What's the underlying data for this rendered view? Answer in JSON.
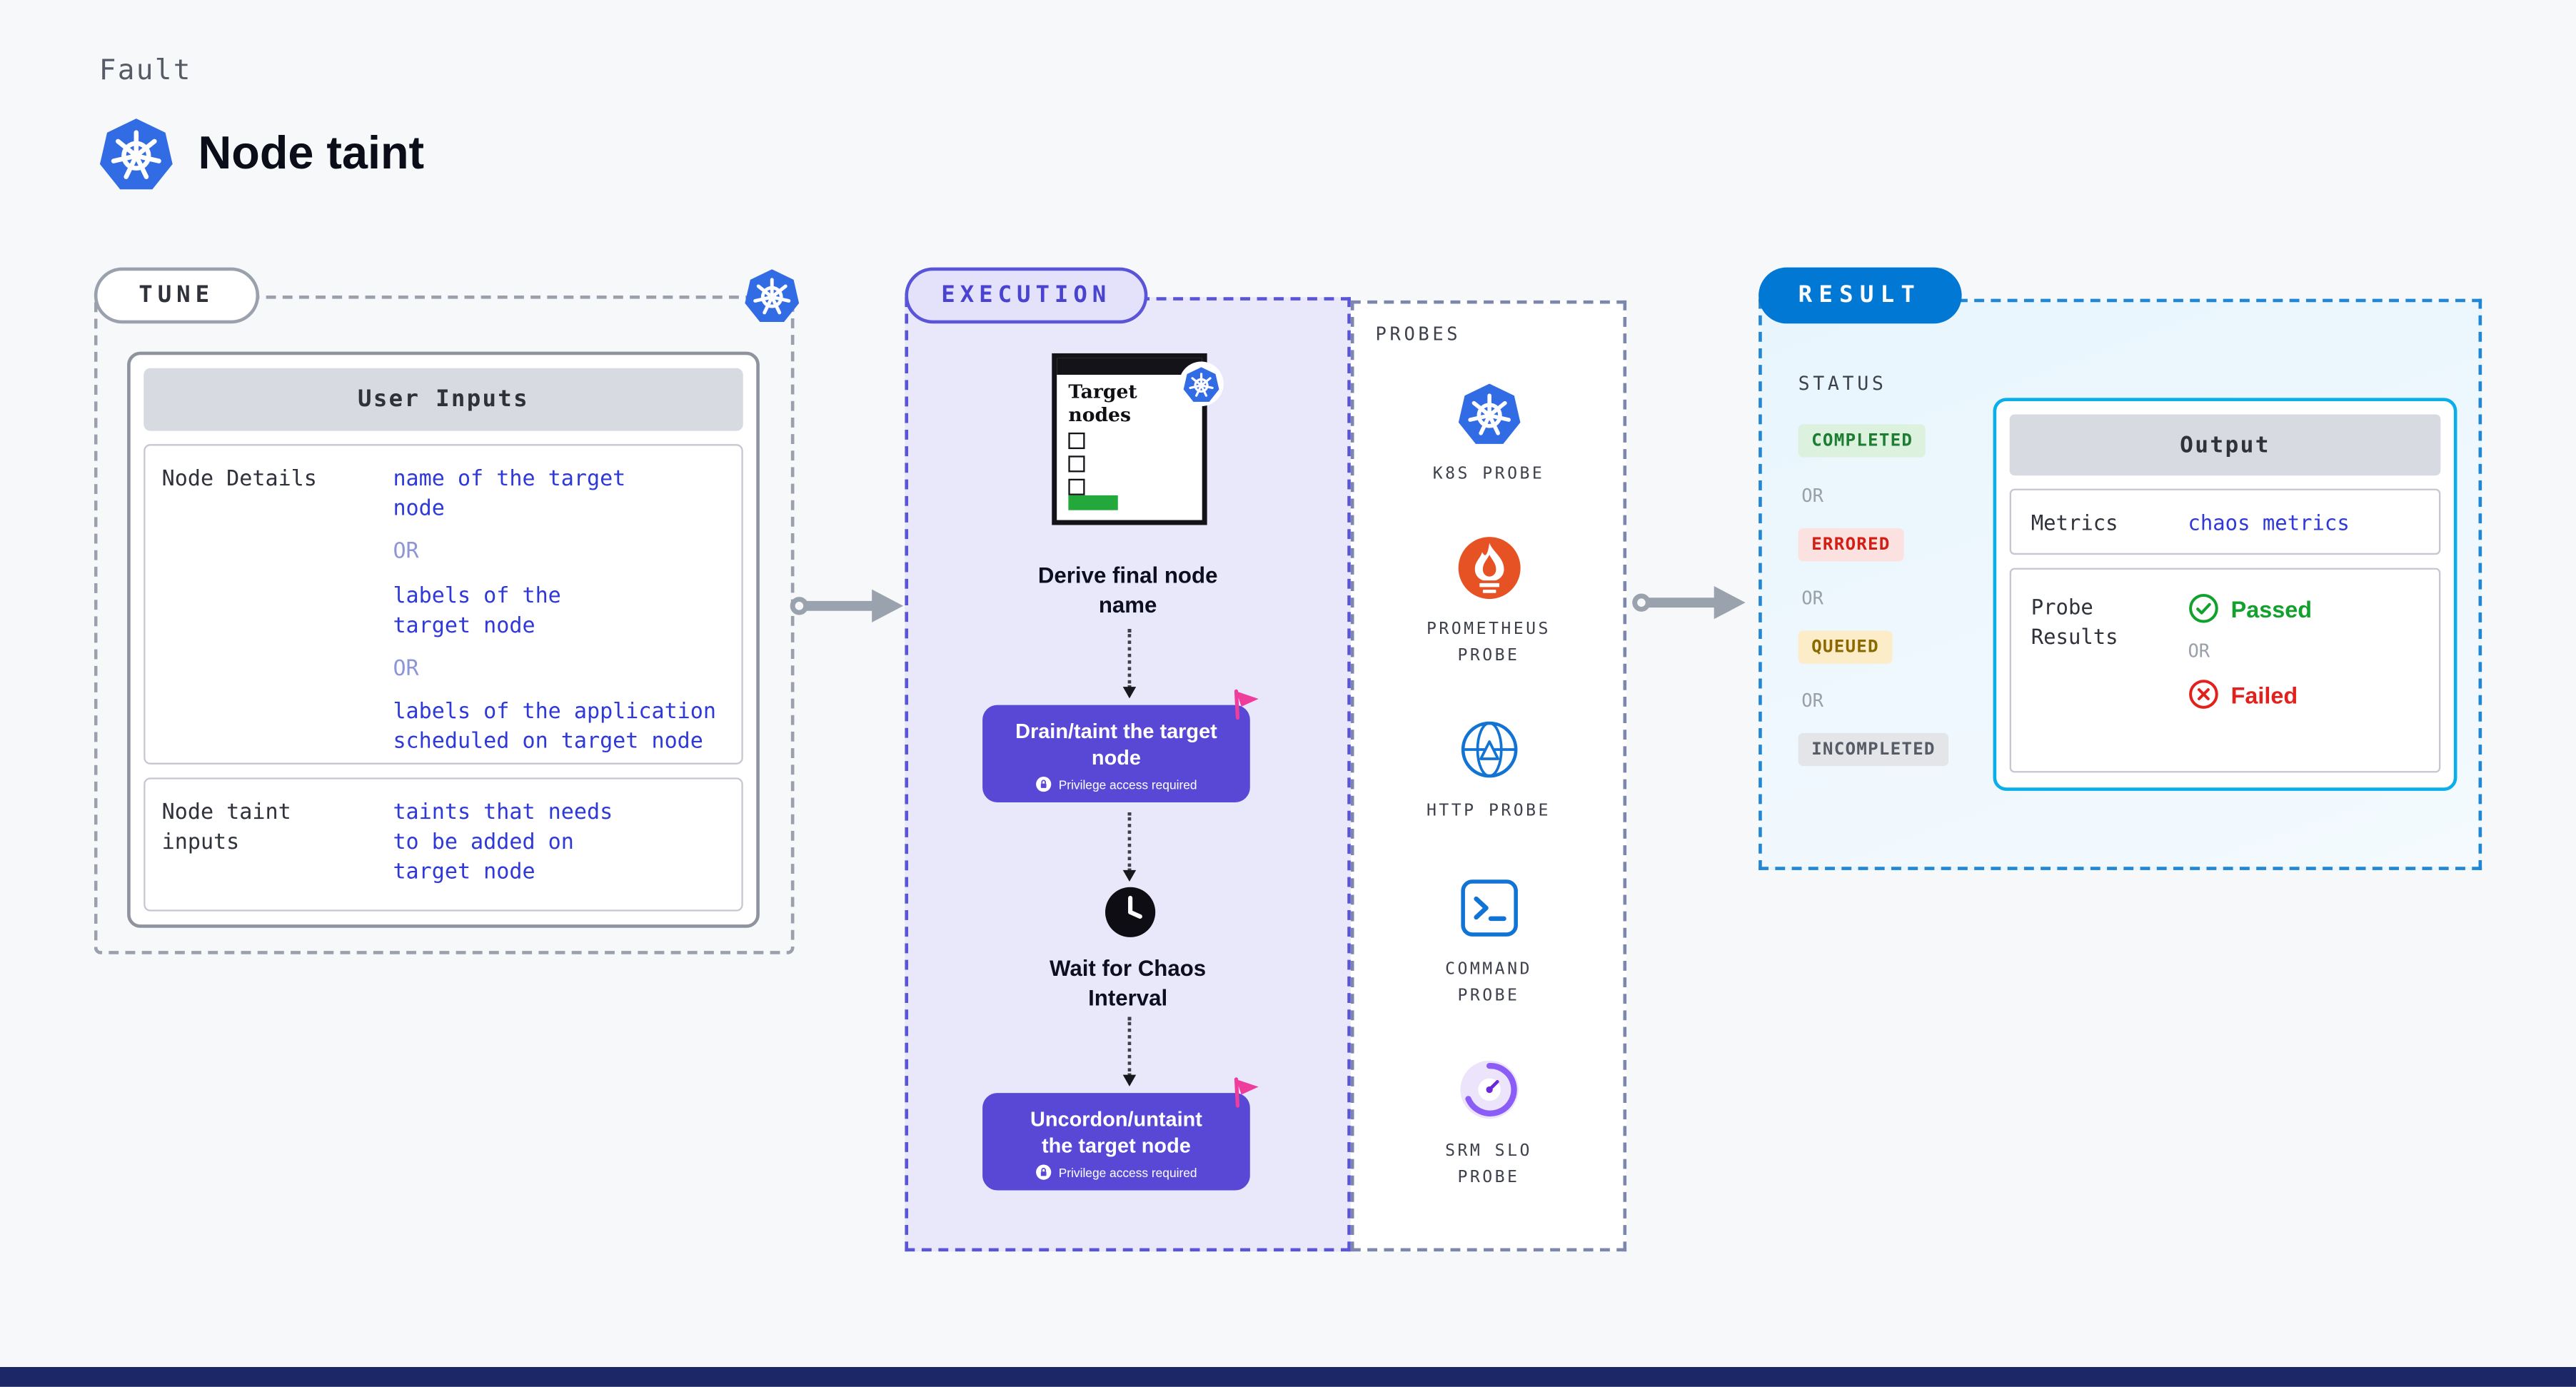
{
  "page": {
    "kicker": "Fault",
    "title": "Node taint"
  },
  "colors": {
    "kubernetes_blue": "#326CE5",
    "execution_purple": "#5A54D8",
    "step_button_purple": "#5948D6",
    "flag_pink": "#EE3D9C",
    "result_blue": "#0278D5",
    "output_border_cyan": "#0AAEE8",
    "value_text_blue": "#2E39D8",
    "passed_green": "#12A12C",
    "failed_red": "#E2211C",
    "prometheus_orange": "#E75225",
    "completed_green": "#1C7D33",
    "errored_red": "#D21F14",
    "queued_amber": "#8A6A00",
    "incompleted_gray": "#565B66",
    "bottom_bar_navy": "#1B2766"
  },
  "tune": {
    "label": "TUNE",
    "table": {
      "header": "User Inputs",
      "or": "OR",
      "rows": [
        {
          "label": "Node Details",
          "values": [
            "name of the target\nnode",
            "labels of the\ntarget node",
            "labels of the application\nscheduled on target node"
          ]
        },
        {
          "label": "Node taint\ninputs",
          "values": [
            "taints that needs\nto be added on\ntarget node"
          ]
        }
      ]
    }
  },
  "execution": {
    "label": "EXECUTION",
    "checklist_title": "Target\nnodes",
    "derive_label": "Derive final node\nname",
    "wait_label": "Wait for Chaos\nInterval",
    "drain_button": {
      "title": "Drain/taint the target\nnode",
      "subtitle": "Privilege access required"
    },
    "uncordon_button": {
      "title": "Uncordon/untaint\nthe target node",
      "subtitle": "Privilege access required"
    }
  },
  "probes": {
    "label": "PROBES",
    "items": [
      {
        "name": "K8S PROBE",
        "icon": "kubernetes"
      },
      {
        "name": "PROMETHEUS\nPROBE",
        "icon": "prometheus"
      },
      {
        "name": "HTTP PROBE",
        "icon": "globe"
      },
      {
        "name": "COMMAND\nPROBE",
        "icon": "terminal"
      },
      {
        "name": "SRM SLO\nPROBE",
        "icon": "gauge"
      }
    ]
  },
  "result": {
    "label": "RESULT",
    "status": {
      "label": "STATUS",
      "or": "OR",
      "badges": [
        {
          "text": "COMPLETED"
        },
        {
          "text": "ERRORED"
        },
        {
          "text": "QUEUED"
        },
        {
          "text": "INCOMPLETED"
        }
      ]
    },
    "output": {
      "header": "Output",
      "metrics_label": "Metrics",
      "metrics_value": "chaos metrics",
      "probe_results_label": "Probe\nResults",
      "passed": "Passed",
      "or": "OR",
      "failed": "Failed"
    }
  }
}
